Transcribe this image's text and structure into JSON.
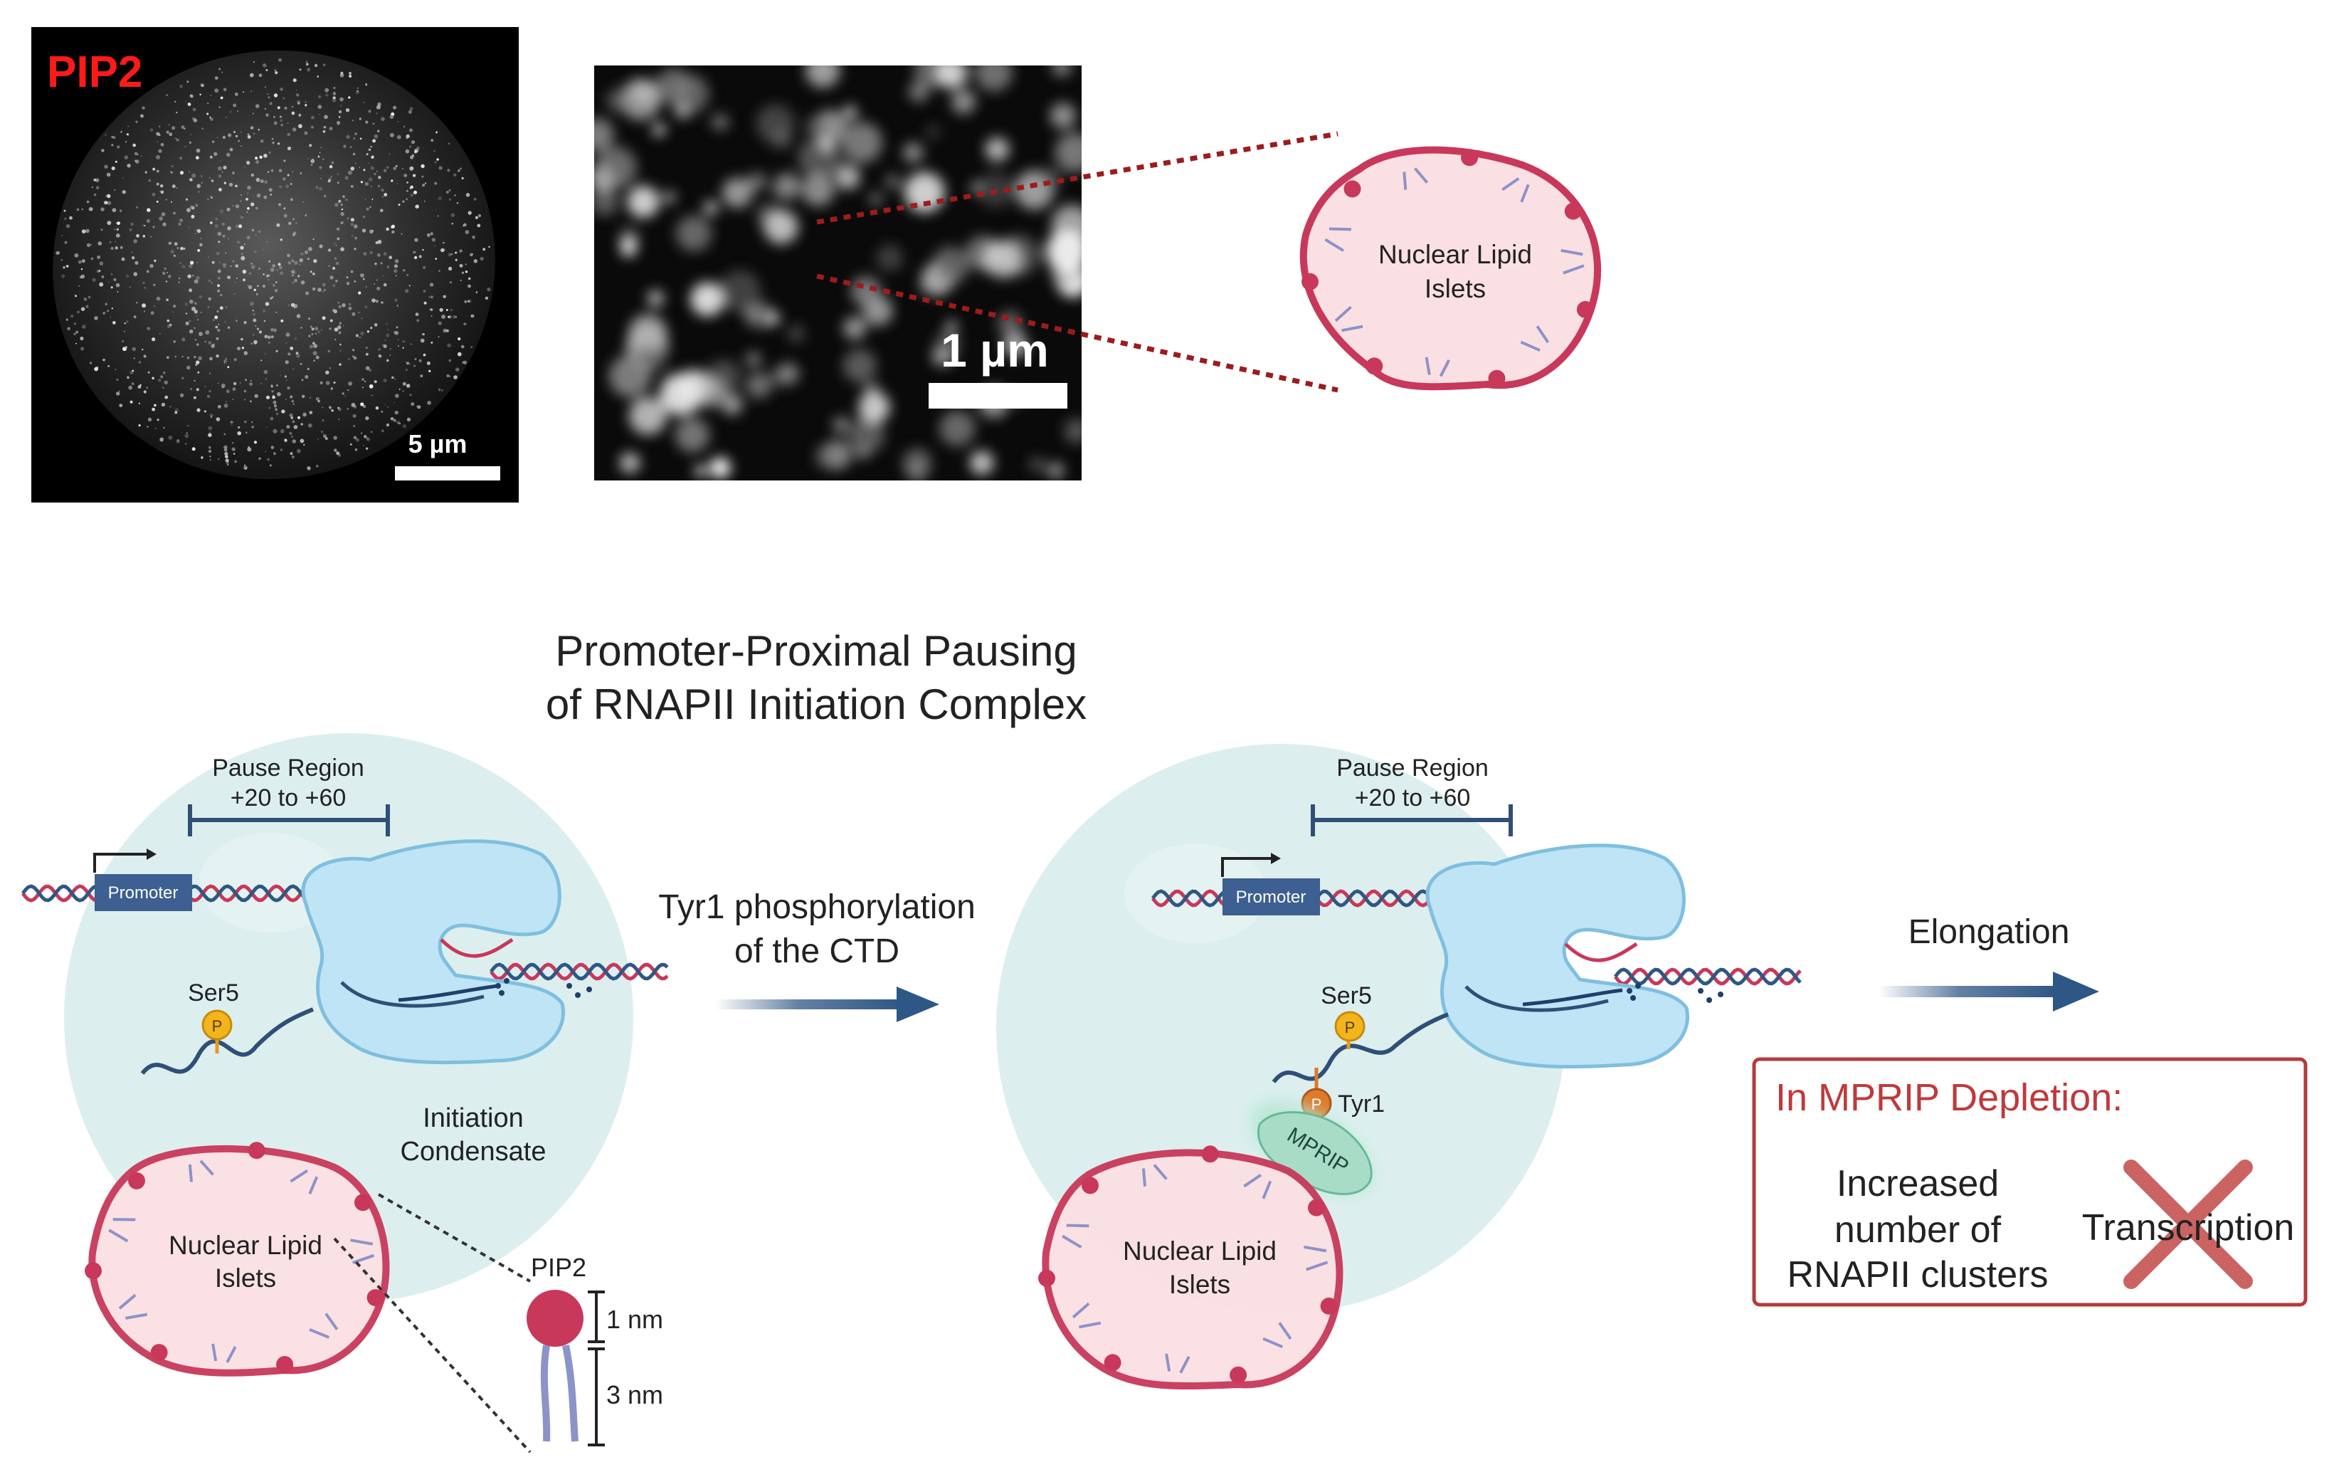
{
  "micrograph_left": {
    "label": "PIP2",
    "scale_label": "5 µm"
  },
  "micrograph_zoom": {
    "scale_label": "1 µm"
  },
  "zoom_islet": {
    "label_line1": "Nuclear Lipid",
    "label_line2": "Islets"
  },
  "title": {
    "line1": "Promoter-Proximal Pausing",
    "line2": "of RNAPII Initiation Complex"
  },
  "left_panel": {
    "pause_line1": "Pause Region",
    "pause_line2": "+20 to +60",
    "promoter": "Promoter",
    "ser5": "Ser5",
    "phospho": "P",
    "condensate_line1": "Initiation",
    "condensate_line2": "Condensate",
    "islet_line1": "Nuclear Lipid",
    "islet_line2": "Islets",
    "pip2": "PIP2",
    "head_size": "1 nm",
    "tail_size": "3 nm"
  },
  "arrow_middle": {
    "line1": "Tyr1 phosphorylation",
    "line2": "of the CTD"
  },
  "right_panel": {
    "pause_line1": "Pause Region",
    "pause_line2": "+20 to +60",
    "promoter": "Promoter",
    "ser5": "Ser5",
    "tyr1": "Tyr1",
    "phospho": "P",
    "mprip": "MPRIP",
    "islet_line1": "Nuclear Lipid",
    "islet_line2": "Islets"
  },
  "arrow_right": {
    "label": "Elongation"
  },
  "depletion_box": {
    "title": "In MPRIP Depletion:",
    "effect_line1": "Increased",
    "effect_line2": "number of",
    "effect_line3": "RNAPII clusters",
    "transcription": "Transcription"
  },
  "colors": {
    "islet_stroke": "#c8385a",
    "islet_fill": "#fbe0e3",
    "condensate": "#dcefee",
    "polymerase": "#bfe4f5",
    "promoter_box": "#3d5f91",
    "arrow": "#2f5785",
    "phospho_yellow": "#f2b51c",
    "phospho_orange": "#dd7a2b",
    "mprip": "#a9dcc6",
    "depletion_red": "#c0393b"
  }
}
